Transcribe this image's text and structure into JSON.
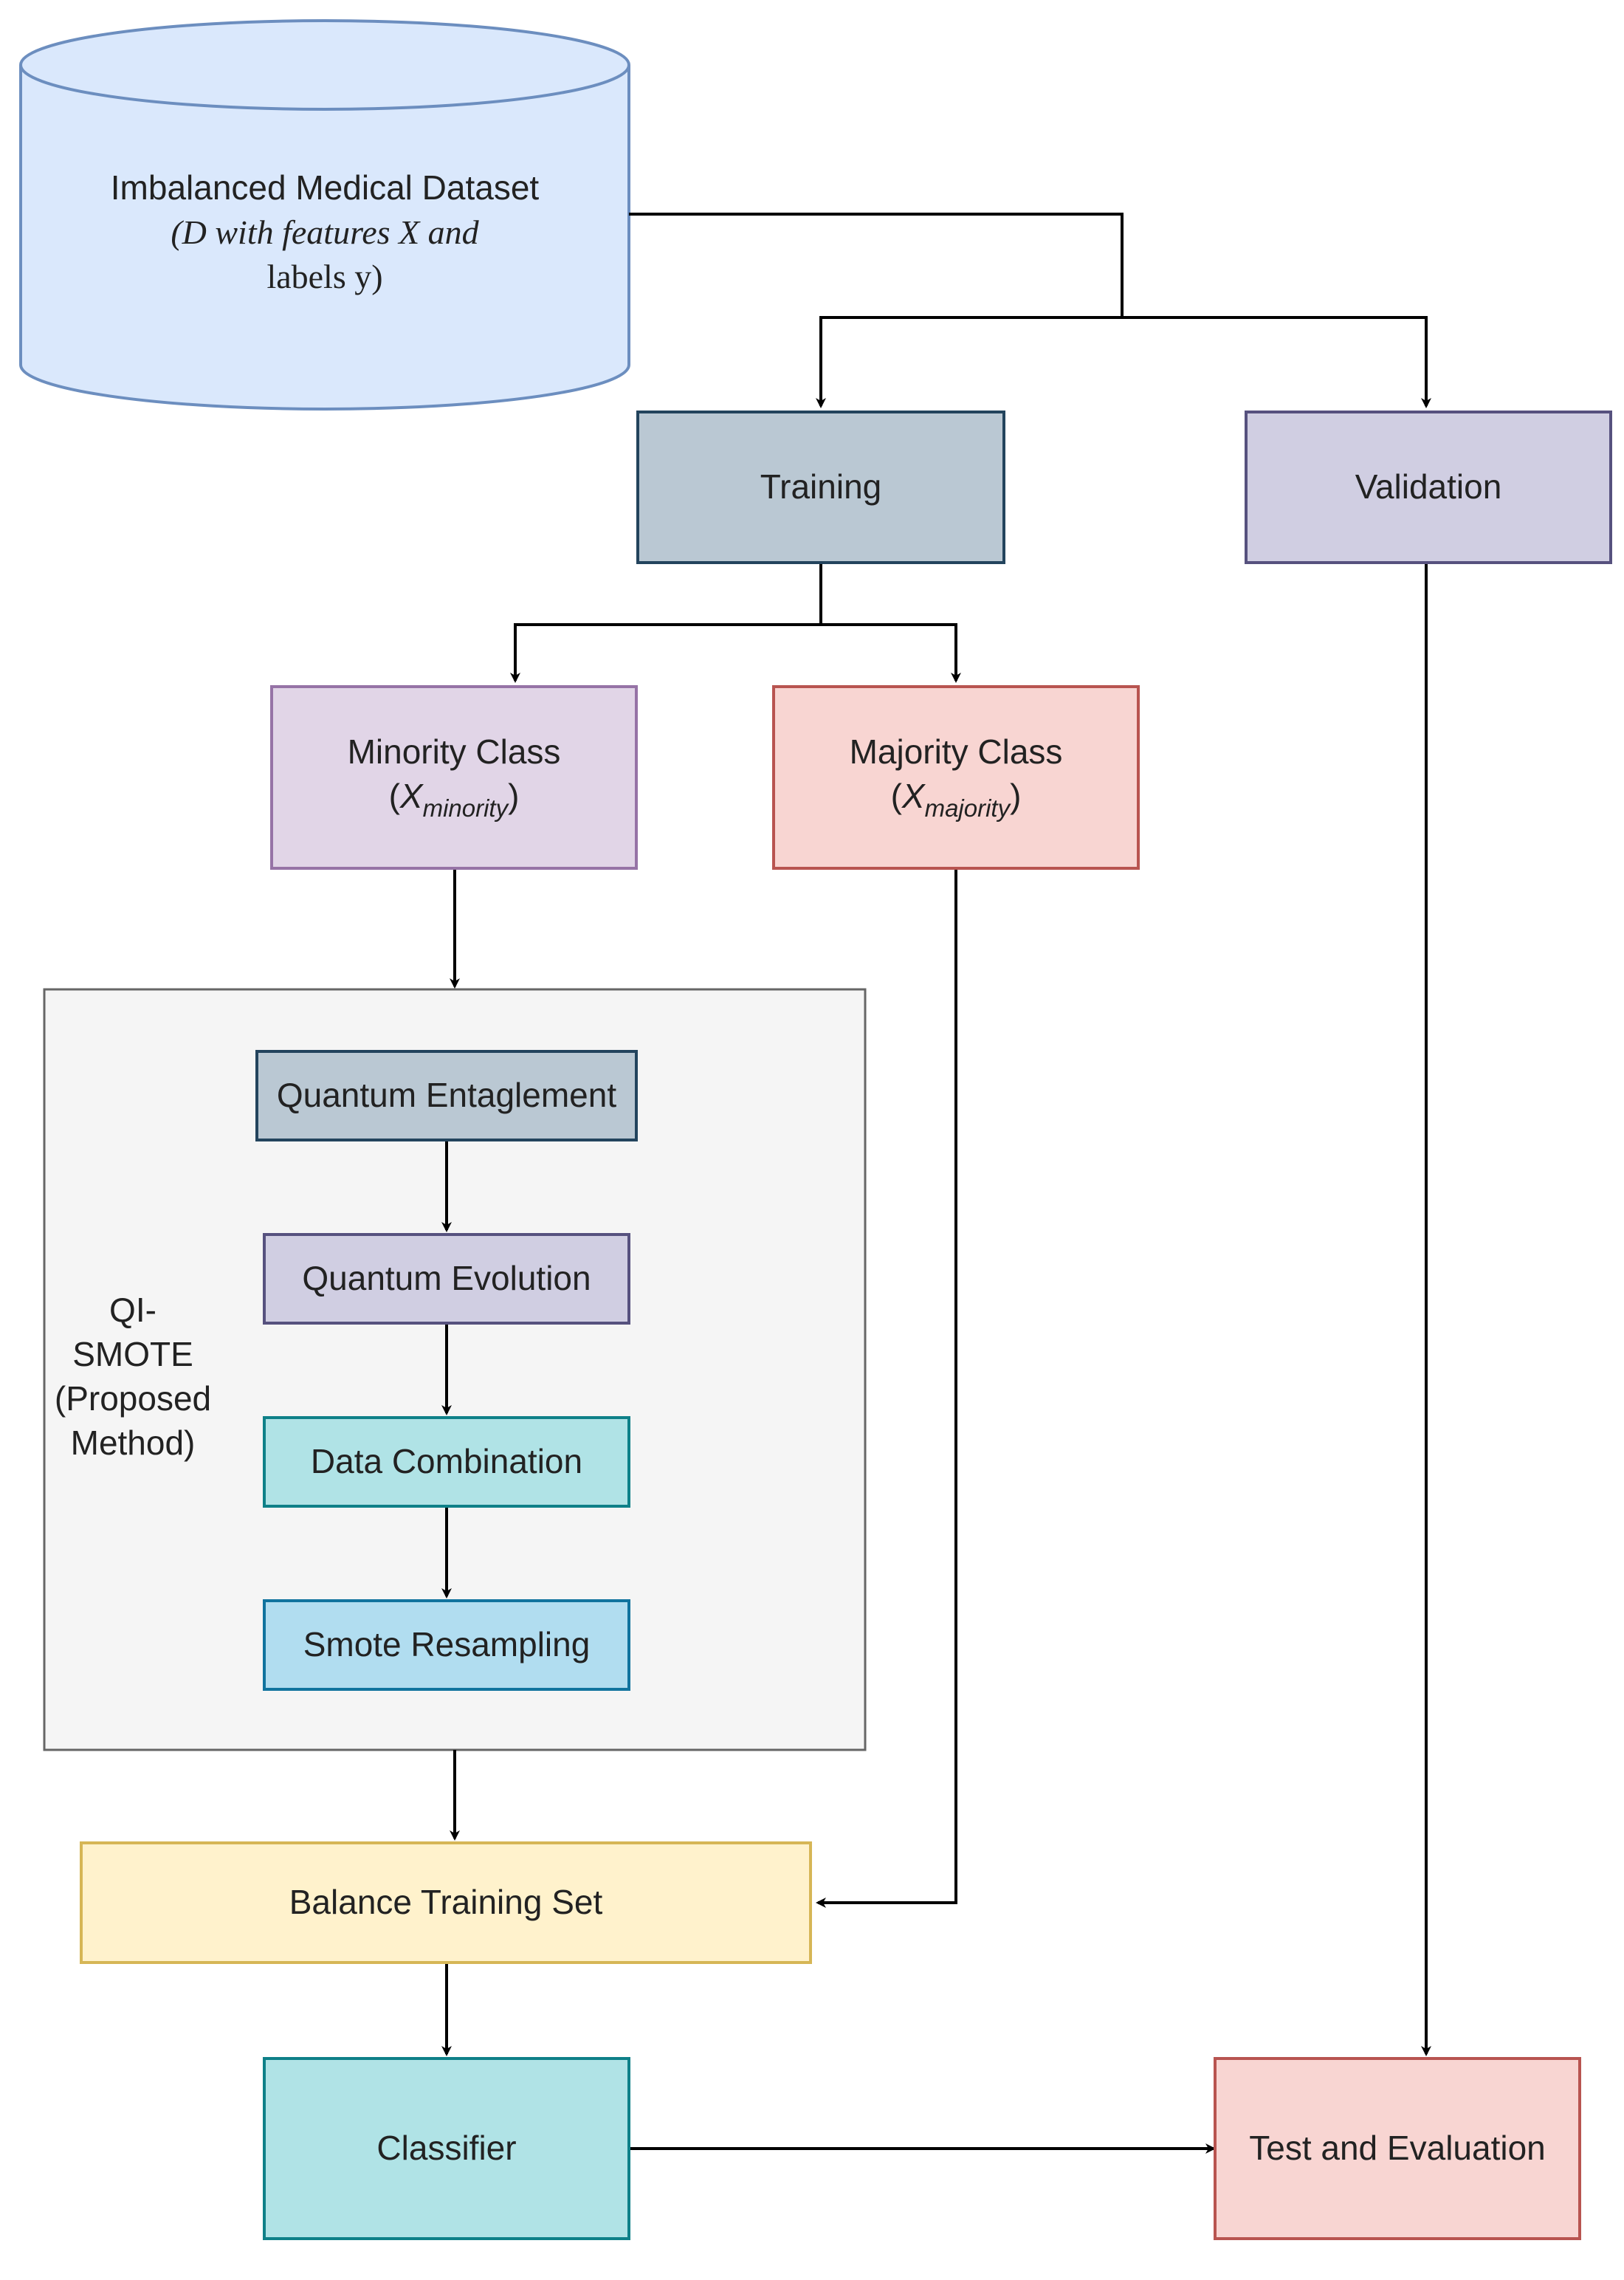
{
  "nodes": {
    "dataset": {
      "line1": "Imbalanced Medical Dataset",
      "line2": "(D with features X and",
      "line3": "labels y)"
    },
    "training": "Training",
    "validation": "Validation",
    "minority": {
      "title": "Minority Class",
      "var": "X",
      "sub": "minority"
    },
    "majority": {
      "title": "Majority Class",
      "var": "X",
      "sub": "majority"
    },
    "qismote_group": {
      "lines": [
        "QI-",
        "SMOTE",
        "(Proposed",
        "Method)"
      ]
    },
    "quantum_entanglement": "Quantum Entaglement",
    "quantum_evolution": "Quantum Evolution",
    "data_combination": "Data Combination",
    "smote_resampling": "Smote Resampling",
    "balance_training_set": "Balance Training Set",
    "classifier": "Classifier",
    "test_evaluation": "Test and Evaluation"
  },
  "colors": {
    "dataset_fill": "#dae8fc",
    "dataset_stroke": "#6c8ebf",
    "training_fill": "#bac8d3",
    "training_stroke": "#23445d",
    "validation_fill": "#d0cee2",
    "validation_stroke": "#56517e",
    "minority_fill": "#e1d5e7",
    "minority_stroke": "#9673a6",
    "majority_fill": "#f8d5d2",
    "majority_stroke": "#b85450",
    "group_fill": "#f5f5f5",
    "group_stroke": "#666666",
    "teal_fill": "#b0e3e6",
    "teal_stroke": "#0e8088",
    "blue_fill": "#b1ddf0",
    "blue_stroke": "#10739e",
    "yellow_fill": "#fff2cc",
    "yellow_stroke": "#d6b656",
    "arrow": "#000000"
  }
}
